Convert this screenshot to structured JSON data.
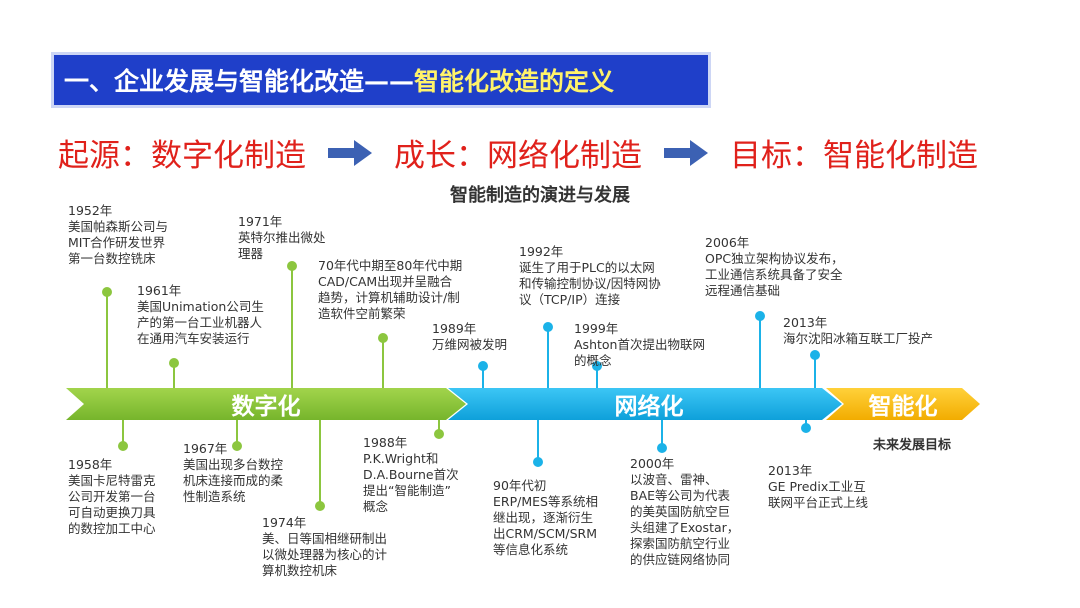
{
  "header": {
    "title_main": "一、企业发展与智能化改造——",
    "title_sub": "智能化改造的定义"
  },
  "stages": [
    {
      "label": "起源：数字化制造"
    },
    {
      "label": "成长：网络化制造"
    },
    {
      "label": "目标：智能化制造"
    }
  ],
  "diagram": {
    "title": "智能制造的演进与发展",
    "phases": [
      {
        "label": "数字化",
        "color": "#8cc63f"
      },
      {
        "label": "网络化",
        "color": "#1bb2e8"
      },
      {
        "label": "智能化",
        "color": "#f6b90e"
      }
    ],
    "future_label": "未来发展目标",
    "milestones": [
      {
        "year": "1952年",
        "text": "美国帕森斯公司与\nMIT合作研发世界\n第一台数控铣床"
      },
      {
        "year": "1961年",
        "text": "美国Unimation公司生\n产的第一台工业机器人\n在通用汽车安装运行"
      },
      {
        "year": "1971年",
        "text": "英特尔推出微处\n理器"
      },
      {
        "year": "",
        "text": "70年代中期至80年代中期\nCAD/CAM出现并呈融合\n趋势，计算机辅助设计/制\n造软件空前繁荣"
      },
      {
        "year": "1989年",
        "text": "万维网被发明"
      },
      {
        "year": "1992年",
        "text": "诞生了用于PLC的以太网\n和传输控制协议/因特网协\n议（TCP/IP）连接"
      },
      {
        "year": "1999年",
        "text": "Ashton首次提出物联网\n的概念"
      },
      {
        "year": "2006年",
        "text": "OPC独立架构协议发布，\n工业通信系统具备了安全\n远程通信基础"
      },
      {
        "year": "2013年",
        "text": "海尔沈阳冰箱互联工厂投产"
      },
      {
        "year": "1958年",
        "text": "美国卡尼特雷克\n公司开发第一台\n可自动更换刀具\n的数控加工中心"
      },
      {
        "year": "1967年",
        "text": "美国出现多台数控\n机床连接而成的柔\n性制造系统"
      },
      {
        "year": "1974年",
        "text": "美、日等国相继研制出\n以微处理器为核心的计\n算机数控机床"
      },
      {
        "year": "1988年",
        "text": "P.K.Wright和\nD.A.Bourne首次\n提出“智能制造”\n概念"
      },
      {
        "year": "",
        "text": "90年代初\nERP/MES等系统相\n继出现，逐渐衍生\n出CRM/SCM/SRM\n等信息化系统"
      },
      {
        "year": "2000年",
        "text": "以波音、雷神、\nBAE等公司为代表\n的美英国防航空巨\n头组建了Exostar，\n探索国防航空行业\n的供应链网络协同"
      },
      {
        "year": "2013年",
        "text": "GE Predix工业互\n联网平台正式上线"
      }
    ]
  }
}
